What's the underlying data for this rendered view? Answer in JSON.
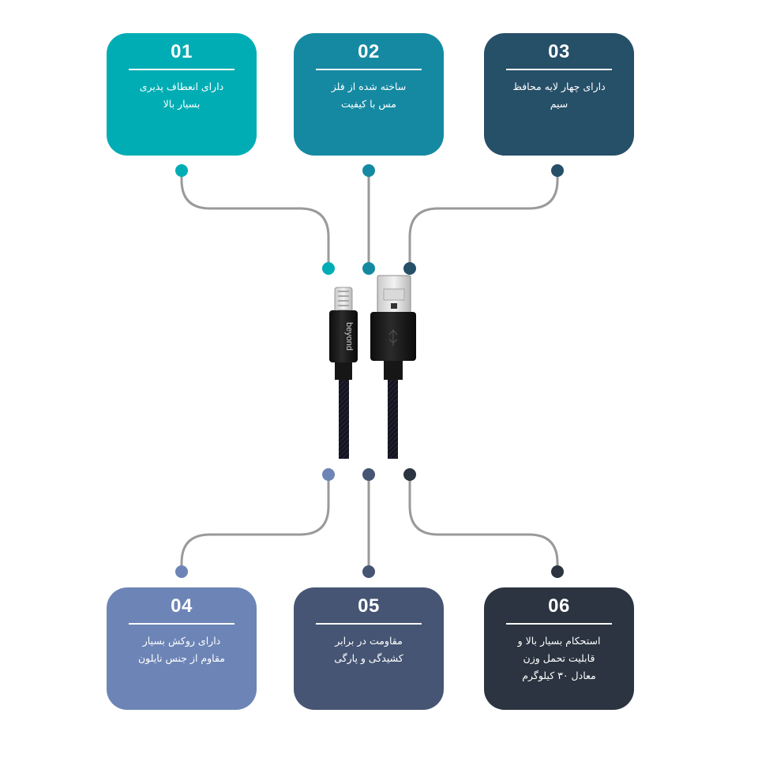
{
  "colors": {
    "f1": "#00adb4",
    "f2": "#1589a2",
    "f3": "#264f68",
    "f4": "#6d85b6",
    "f5": "#465574",
    "f6": "#2b3440",
    "line": "#9a9a9a"
  },
  "features": [
    {
      "num": "01",
      "text": "دارای انعطاف پذیری\nبسیار بالا"
    },
    {
      "num": "02",
      "text": "ساخته شده از فلز\nمس با کیفیت"
    },
    {
      "num": "03",
      "text": "دارای چهار لایه محافظ\nسیم"
    },
    {
      "num": "04",
      "text": "دارای روکش بسیار\nمقاوم از جنس نایلون"
    },
    {
      "num": "05",
      "text": "مقاومت در برابر\nکشیدگی و پارگی"
    },
    {
      "num": "06",
      "text": "استحکام بسیار بالا و\nقابلیت تحمل وزن\nمعادل ۳۰ کیلوگرم"
    }
  ],
  "product": {
    "image": "usb-to-lightning-cable",
    "brand": "beyond"
  }
}
